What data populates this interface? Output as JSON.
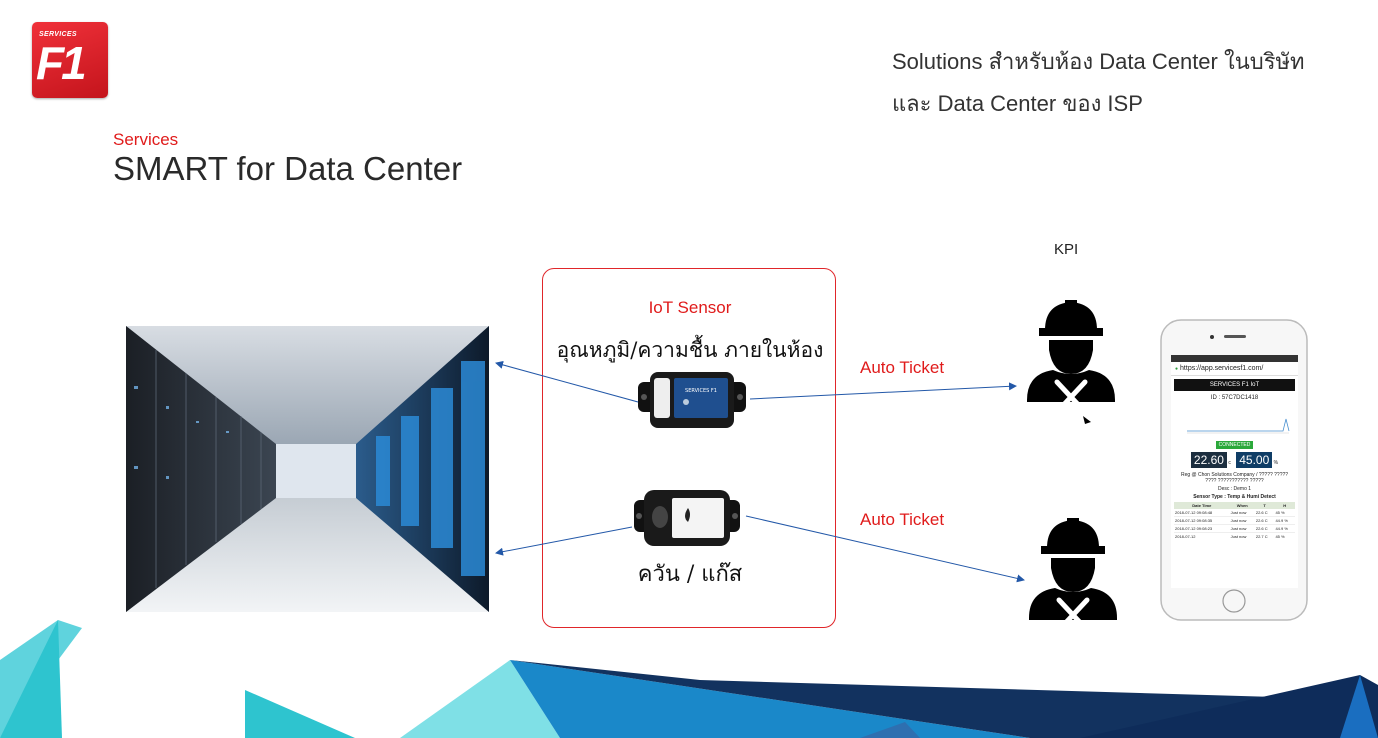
{
  "logo": {
    "small_text": "SERVICES",
    "big_text": "F1"
  },
  "header": {
    "line1": "Solutions สำหรับห้อง Data Center ในบริษัท",
    "line2": "และ Data Center ของ ISP"
  },
  "eyebrow": "Services",
  "title": "SMART for Data Center",
  "kpi_label": "KPI",
  "iot": {
    "title": "IoT Sensor",
    "temp_label": "อุณหภูมิ/ความชื้น ภายในห้อง",
    "smoke_label": "ควัน / แก๊ส"
  },
  "tickets": [
    "Auto Ticket",
    "Auto Ticket"
  ],
  "phone": {
    "url": "https://app.servicesf1.com/",
    "app_title": "SERVICES F1 IoT",
    "device_id": "ID : 57C7DC1418",
    "status": "CONNECTED",
    "temp": "22.60",
    "temp_unit": "c",
    "humidity": "45.00",
    "humidity_unit": "%",
    "reg_text": "Reg @ Chon Solutions Company / ????? ????? ???? ??????????? ?????",
    "desc": "Desc : Demo 1",
    "sensor_type": "Sensor Type : Temp & Humi Detect",
    "table_headers": [
      "Date Time",
      "When",
      "T",
      "H"
    ],
    "table_rows": [
      [
        "2018-07-12 09:08:48",
        "Just now",
        "22.6 C",
        "45 %"
      ],
      [
        "2018-07-12 09:08:35",
        "Just now",
        "22.6 C",
        "44.9 %"
      ],
      [
        "2018-07-12 09:08:23",
        "Just now",
        "22.6 C",
        "44.9 %"
      ],
      [
        "2018-07-12",
        "Just now",
        "22.7 C",
        "45 %"
      ]
    ]
  },
  "colors": {
    "brand_red": "#e01b1b",
    "arrow_blue": "#2358a8",
    "dark_navy": "#12325f",
    "teal": "#2ec4cf"
  }
}
